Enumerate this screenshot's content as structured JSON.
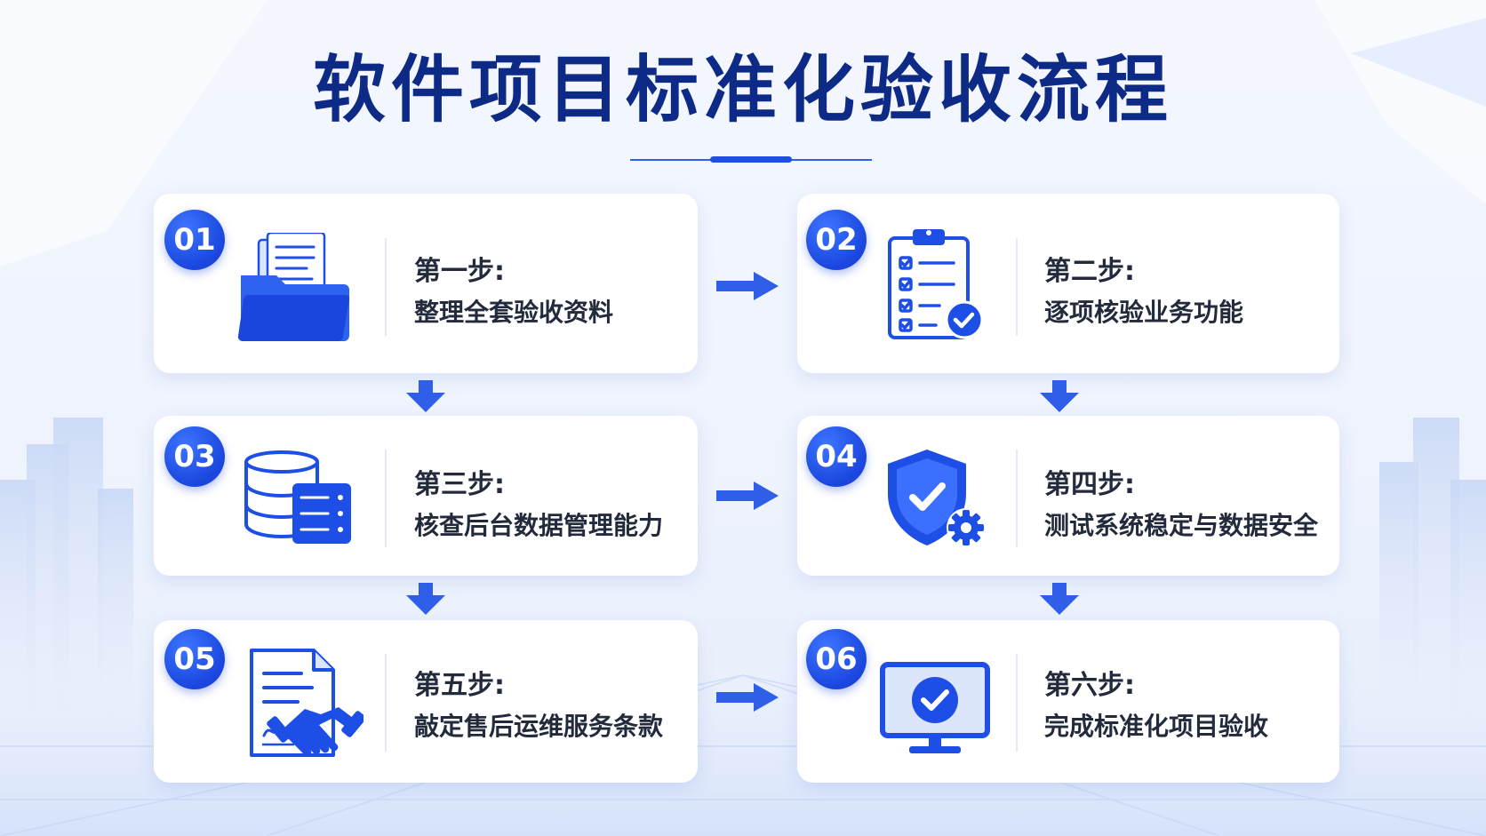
{
  "title": "软件项目标准化验收流程",
  "steps": [
    {
      "number": "01",
      "label": "第一步:",
      "text": "整理全套验收资料",
      "icon": "folder-documents-icon"
    },
    {
      "number": "02",
      "label": "第二步:",
      "text": "逐项核验业务功能",
      "icon": "clipboard-checklist-icon"
    },
    {
      "number": "03",
      "label": "第三步:",
      "text": "核查后台数据管理能力",
      "icon": "database-server-icon"
    },
    {
      "number": "04",
      "label": "第四步:",
      "text": "测试系统稳定与数据安全",
      "icon": "shield-check-gear-icon"
    },
    {
      "number": "05",
      "label": "第五步:",
      "text": "敲定售后运维服务条款",
      "icon": "contract-handshake-icon"
    },
    {
      "number": "06",
      "label": "第六步:",
      "text": "完成标准化项目验收",
      "icon": "monitor-check-icon"
    }
  ],
  "colors": {
    "primary": "#1d4ee6",
    "title": "#0c2a86",
    "text": "#222a3c",
    "background": "#eef3fd"
  }
}
